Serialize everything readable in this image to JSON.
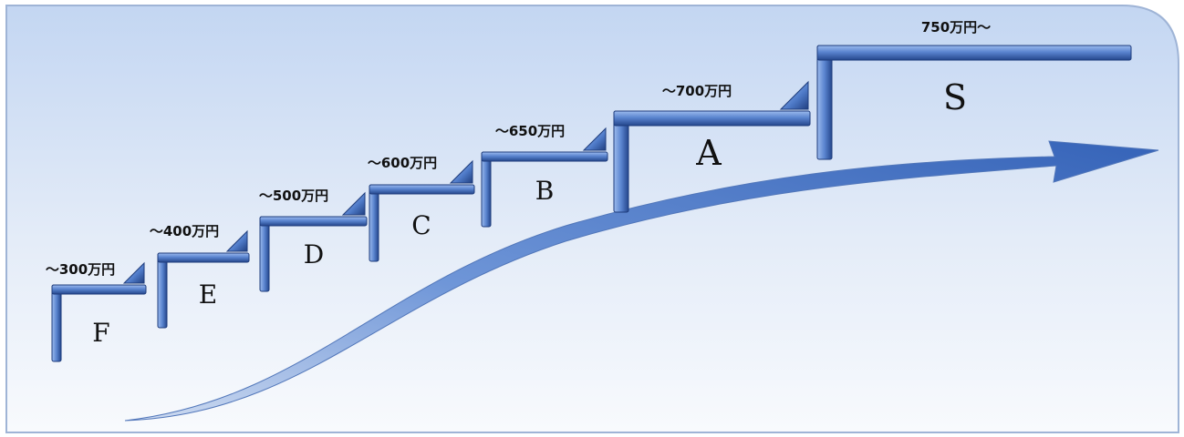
{
  "steps": [
    {
      "grade": "F",
      "salary": "～300万円"
    },
    {
      "grade": "E",
      "salary": "～400万円"
    },
    {
      "grade": "D",
      "salary": "～500万円"
    },
    {
      "grade": "C",
      "salary": "～600万円"
    },
    {
      "grade": "B",
      "salary": "～650万円"
    },
    {
      "grade": "A",
      "salary": "～700万円"
    },
    {
      "grade": "S",
      "salary": "750万円～"
    }
  ],
  "colors": {
    "panel_top": "#c9daf3",
    "panel_bottom": "#f7f9fd",
    "step_light": "#7ea3e2",
    "step_mid": "#4a75c4",
    "step_dark": "#1f3f82"
  }
}
